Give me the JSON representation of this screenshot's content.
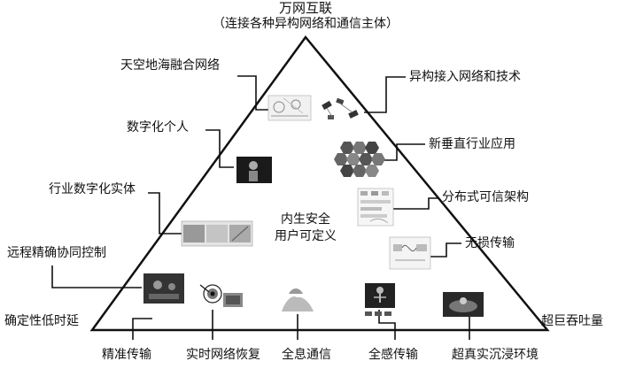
{
  "diagram": {
    "apex": {
      "title": "万网互联",
      "subtitle": "（连接各种异构网络和通信主体）"
    },
    "left_labels": {
      "space_air_ground_sea": "天空地海融合网络",
      "digital_person": "数字化个人",
      "industry_entity": "行业数字化实体",
      "remote_control": "远程精确协同控制",
      "bottom_left_corner": "确定性低时延"
    },
    "right_labels": {
      "heterogeneous_access": "异构接入网络和技术",
      "vertical_apps": "新垂直行业应用",
      "distributed_trust": "分布式可信架构",
      "lossless_transmission": "无损传输",
      "bottom_right_corner": "超巨吞吐量"
    },
    "center": {
      "line1": "内生安全",
      "line2": "用户可定义"
    },
    "bottom_labels": {
      "precise_transmission": "精准传输",
      "realtime_recovery": "实时网络恢复",
      "holographic_comm": "全息通信",
      "full_sense_transmission": "全感传输",
      "immersive_xr": "超真实沉浸环境"
    }
  }
}
